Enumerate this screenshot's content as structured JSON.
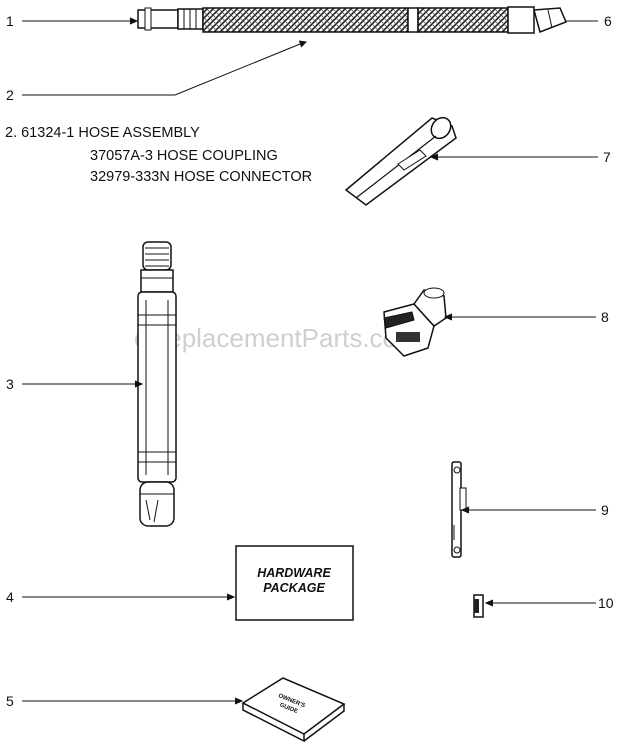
{
  "callouts": [
    "1",
    "2",
    "3",
    "4",
    "5",
    "6",
    "7",
    "8",
    "9",
    "10"
  ],
  "parts_list": {
    "line1": "2.  61324-1 HOSE ASSEMBLY",
    "line2": "37057A-3 HOSE COUPLING",
    "line3": "32979-333N HOSE CONNECTOR"
  },
  "hardware_box": {
    "line1": "HARDWARE",
    "line2": "PACKAGE"
  },
  "owners_guide": {
    "line1": "OWNER'S",
    "line2": "GUIDE"
  },
  "watermark": "eReplacementParts.com"
}
